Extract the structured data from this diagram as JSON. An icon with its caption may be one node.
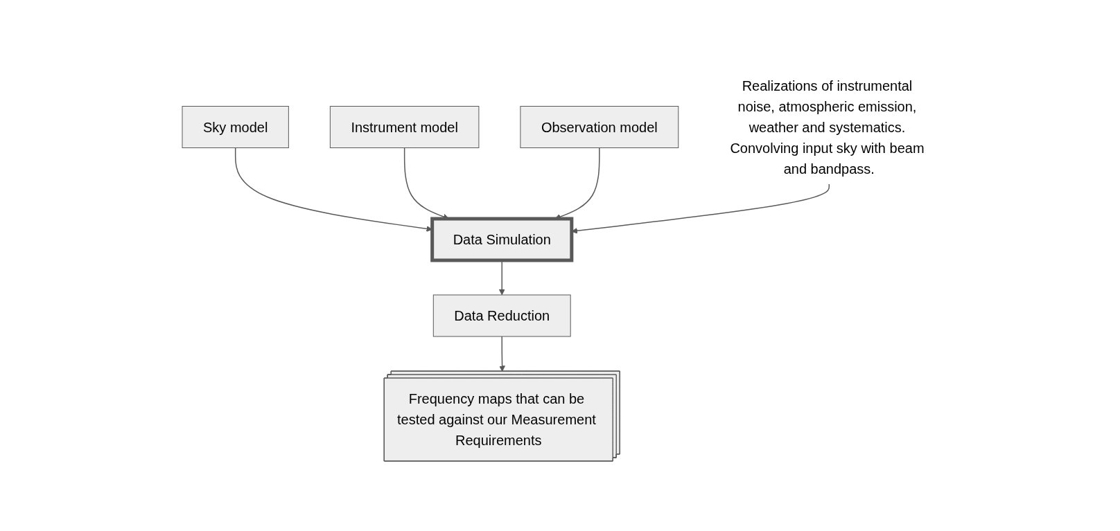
{
  "diagram": {
    "nodes": [
      {
        "text": [
          "Sky model"
        ]
      },
      {
        "text": [
          "Instrument model"
        ]
      },
      {
        "text": [
          "Observation model"
        ]
      },
      {
        "text": [
          "Data Simulation"
        ]
      },
      {
        "text": [
          "Realizations of instrumental noise, atmospheric emission, weather and systematics. Convolving input sky with beam and bandpass."
        ]
      },
      {
        "text": [
          "Data Reduction"
        ]
      },
      {
        "text": [
          "Frequency maps that can be tested against our Measurement Requirements"
        ]
      }
    ],
    "edges": [
      {
        "from": 0,
        "to": 3,
        "arrow": "to"
      },
      {
        "from": 1,
        "to": 3,
        "arrow": "to"
      },
      {
        "from": 2,
        "to": 3,
        "arrow": "to"
      },
      {
        "from": 4,
        "to": 3,
        "arrow": "to"
      },
      {
        "from": 3,
        "to": 5,
        "arrow": "to"
      },
      {
        "from": 5,
        "to": 6,
        "arrow": "to"
      }
    ]
  }
}
